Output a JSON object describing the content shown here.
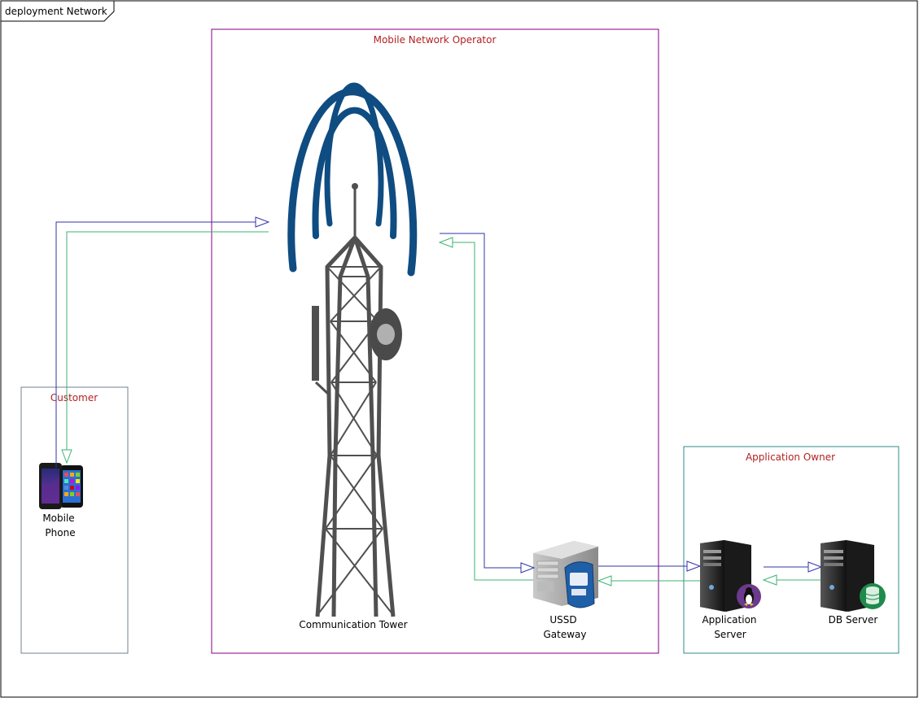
{
  "frame": {
    "title": "deployment Network"
  },
  "groups": {
    "operator": {
      "title": "Mobile Network Operator"
    },
    "customer": {
      "title": "Customer"
    },
    "owner": {
      "title": "Application Owner"
    }
  },
  "nodes": {
    "tower": {
      "label": "Communication Tower"
    },
    "phone": {
      "label_line1": "Mobile",
      "label_line2": "Phone"
    },
    "gateway": {
      "label_line1": "USSD",
      "label_line2": "Gateway"
    },
    "app_server": {
      "label_line1": "Application",
      "label_line2": "Server"
    },
    "db_server": {
      "label": "DB Server"
    }
  },
  "colors": {
    "frame_border": "#000000",
    "operator_border": "#800080",
    "customer_border": "#708090",
    "owner_border": "#2e8b8b",
    "group_title": "#b22222",
    "request_line": "#3333aa",
    "response_line": "#3cb371",
    "signal_waves": "#0f4c81",
    "tower_steel": "#505050"
  },
  "icons": {
    "tower": "cell-tower-icon",
    "phone": "smartphones-icon",
    "gateway": "gateway-server-icon",
    "app_server": "linux-server-icon",
    "db_server": "database-server-icon"
  }
}
